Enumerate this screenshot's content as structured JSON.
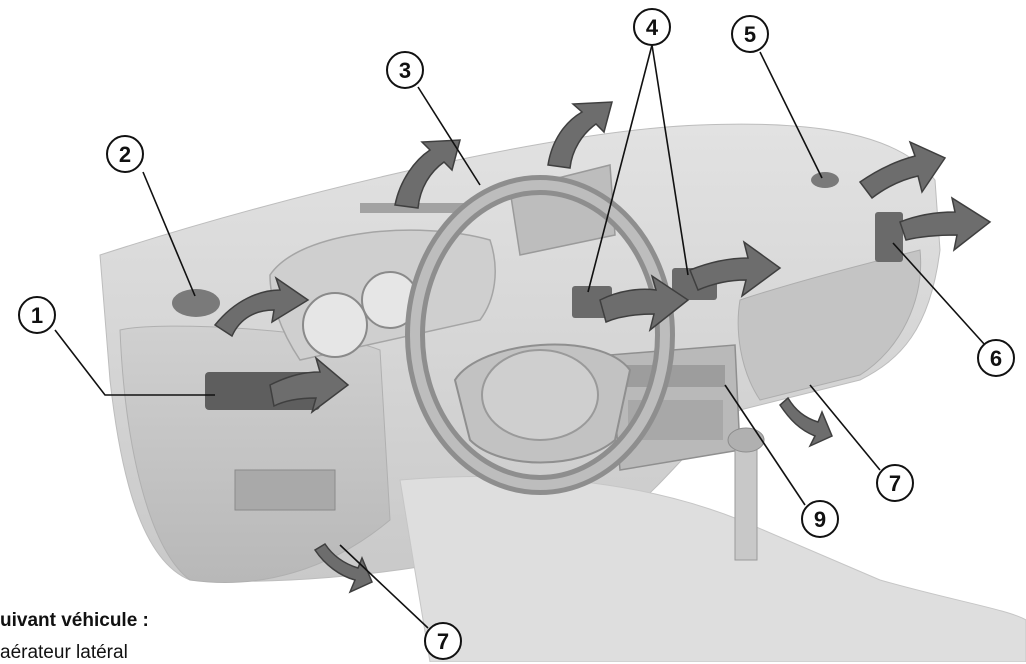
{
  "callouts": {
    "c1": "1",
    "c2": "2",
    "c3": "3",
    "c4": "4",
    "c5": "5",
    "c6": "6",
    "c7a": "7",
    "c7b": "7",
    "c9": "9"
  },
  "caption": {
    "heading": "uivant véhicule :",
    "line1": "aérateur latéral"
  },
  "colors": {
    "arrow": "#6d6d6d",
    "dashboard": "#d4d4d4",
    "line": "#111111"
  }
}
